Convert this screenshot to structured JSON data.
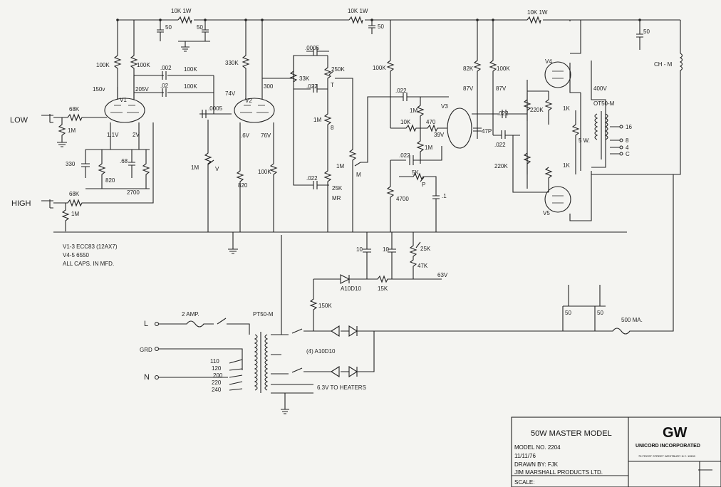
{
  "schematic": {
    "labels": {
      "r_top1": "10K 1W",
      "r_top2": "10K 1W",
      "r_top3": "10K 1W",
      "c50a": "50",
      "c50b": "50",
      "c50c": "50",
      "c50d": "50",
      "r100k_1": "100K",
      "r100k_2": "100K",
      "c002": ".002",
      "c02": ".02",
      "r100k_3": "100K",
      "r100k_4": "100K",
      "v150": "150v",
      "v205": "205V",
      "v1": "V1",
      "v2": "V2",
      "v3": "V3",
      "v4": "V4",
      "v5": "V5",
      "r330k": "330K",
      "v74": "74V",
      "v300": "300",
      "c0005a": ".0005",
      "c0005b": ".0005",
      "r33k": "33K",
      "pot250k": "250K",
      "potT": "T",
      "c022a": ".022",
      "r1m_a": "1M",
      "pot8": "8",
      "c022b": ".022",
      "pot25k": "25K",
      "potMR": "MR",
      "r1m_m": "1M",
      "potM": "M",
      "r100k_5": "100K",
      "r100k_6": "100K",
      "c022c": ".022",
      "r1m_b": "1M",
      "r10k": "10K",
      "r470": "470",
      "v39": "39V",
      "r1m_c": "1M",
      "c022d": ".022",
      "pot5k": "5K",
      "potP": "P",
      "r4700": "4700",
      "c1": ".1",
      "r82k": "82K",
      "r100k_7": "100K",
      "v87a": "87V",
      "v87b": "87V",
      "c022e": ".022",
      "c47p": "47P",
      "c022f": ".022",
      "r220k_a": "220K",
      "r220k_b": "220K",
      "r1k_a": "1K",
      "r1k_b": "1K",
      "r5w": "5 W.",
      "v400": "400V",
      "ot": "OT50-M",
      "t16": "16",
      "t8": "8",
      "t4": "4",
      "tC": "C",
      "choke": "CH - M",
      "low": "LOW",
      "high": "HIGH",
      "r68k_a": "68K",
      "r68k_b": "68K",
      "r1m_d": "1M",
      "r1m_e": "1M",
      "v11": "1.1V",
      "v2v": "2V",
      "r330": "330",
      "r820a": "820",
      "c68": ".68",
      "r2700": "2700",
      "r1m_v": "1M",
      "potV": "V",
      "v6": ".6V",
      "v76": "76V",
      "r820b": "820",
      "r100k_8": "100K",
      "note1": "V1-3 ECC83 (12AX7)",
      "note2": "V4-5 6550",
      "note3": "ALL CAPS. IN MFD.",
      "c10a": "10",
      "c10b": "10",
      "pot25k_b": "25K",
      "r47k": "47K",
      "v63": "63V",
      "dA": "A10D10",
      "r15k": "15K",
      "r150k": "150K",
      "fuse": "2 AMP.",
      "pt": "PT50-M",
      "L": "L",
      "GRD": "GRD",
      "N": "N",
      "tap110": "110",
      "tap120": "120",
      "tap200": "200",
      "tap220": "220",
      "tap240": "240",
      "diodes": "(4) A10D10",
      "heaters": "6.3V TO HEATERS",
      "c50e": "50",
      "c50f": "50",
      "ma500": "500 MA."
    },
    "title_block": {
      "model_title": "50W MASTER MODEL",
      "model_no": "MODEL  NO. 2204",
      "date": "11/11/76",
      "drawn_by": "DRAWN  BY: FJK",
      "company": "JIM MARSHALL  PRODUCTS  LTD.",
      "scale": "SCALE:",
      "logo": "GW",
      "unicord": "UNICORD  INCORPORATED",
      "address": "75 FROST STREET  WESTBURY  N.Y. 11590"
    }
  }
}
